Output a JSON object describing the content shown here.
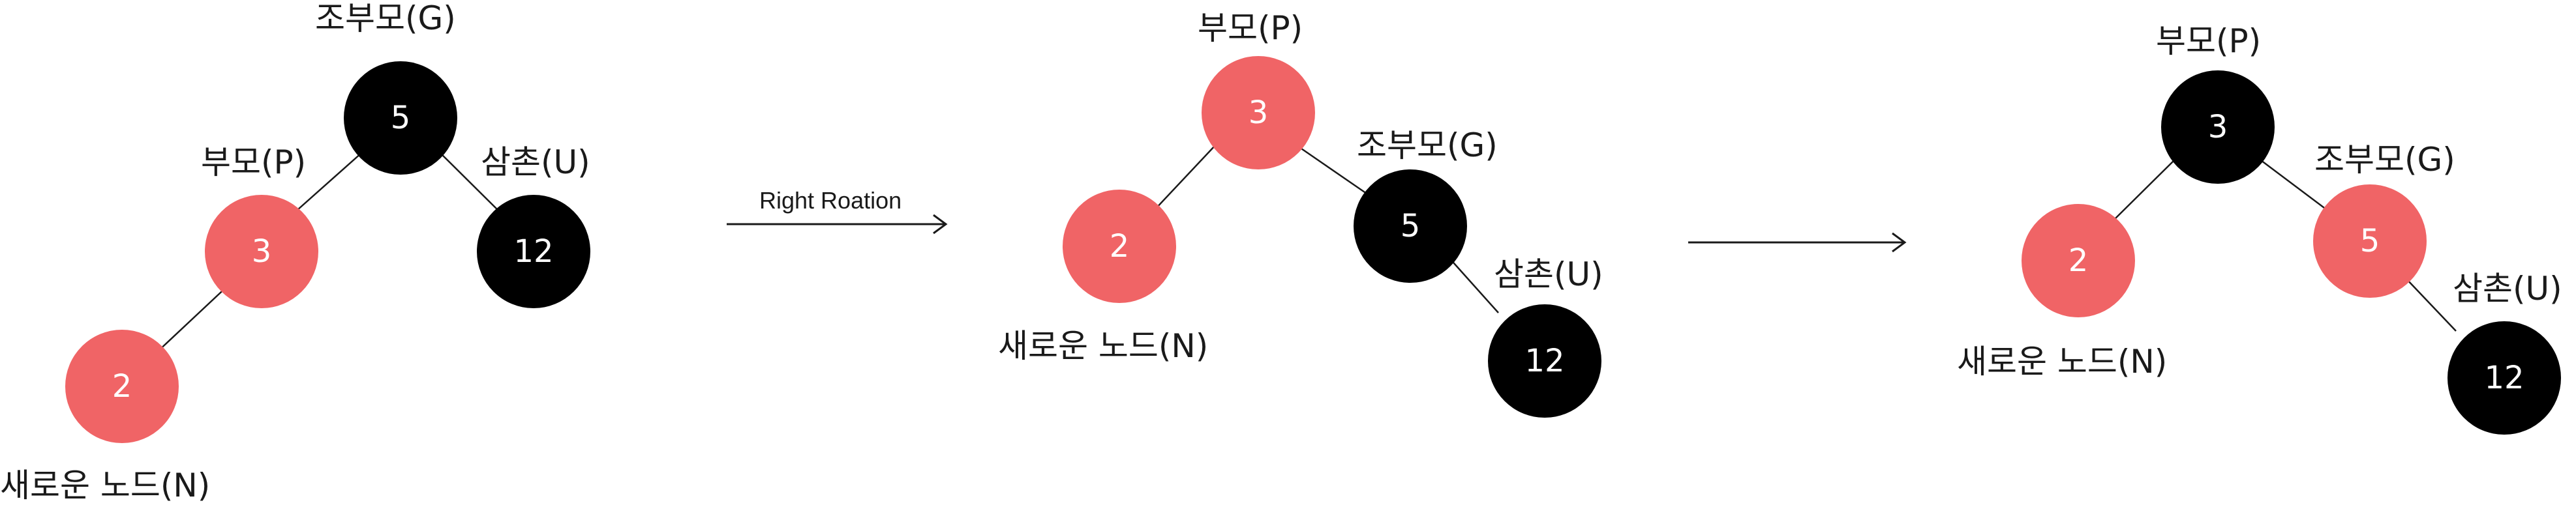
{
  "colors": {
    "red": "#f06466",
    "black": "#000000"
  },
  "diagrams": [
    {
      "nodes": [
        {
          "value": "5",
          "color": "black",
          "label": "조부모(G)"
        },
        {
          "value": "3",
          "color": "red",
          "label": "부모(P)"
        },
        {
          "value": "12",
          "color": "black",
          "label": "삼촌(U)"
        },
        {
          "value": "2",
          "color": "red",
          "label": "새로운 노드(N)"
        }
      ]
    },
    {
      "nodes": [
        {
          "value": "3",
          "color": "red",
          "label": "부모(P)"
        },
        {
          "value": "2",
          "color": "red",
          "label": "새로운 노드(N)"
        },
        {
          "value": "5",
          "color": "black",
          "label": "조부모(G)"
        },
        {
          "value": "12",
          "color": "black",
          "label": "삼촌(U)"
        }
      ]
    },
    {
      "nodes": [
        {
          "value": "3",
          "color": "black",
          "label": "부모(P)"
        },
        {
          "value": "2",
          "color": "red",
          "label": "새로운 노드(N)"
        },
        {
          "value": "5",
          "color": "red",
          "label": "조부모(G)"
        },
        {
          "value": "12",
          "color": "black",
          "label": "삼촌(U)"
        }
      ]
    }
  ],
  "arrows": [
    {
      "label": "Right Roation"
    },
    {
      "label": ""
    }
  ]
}
